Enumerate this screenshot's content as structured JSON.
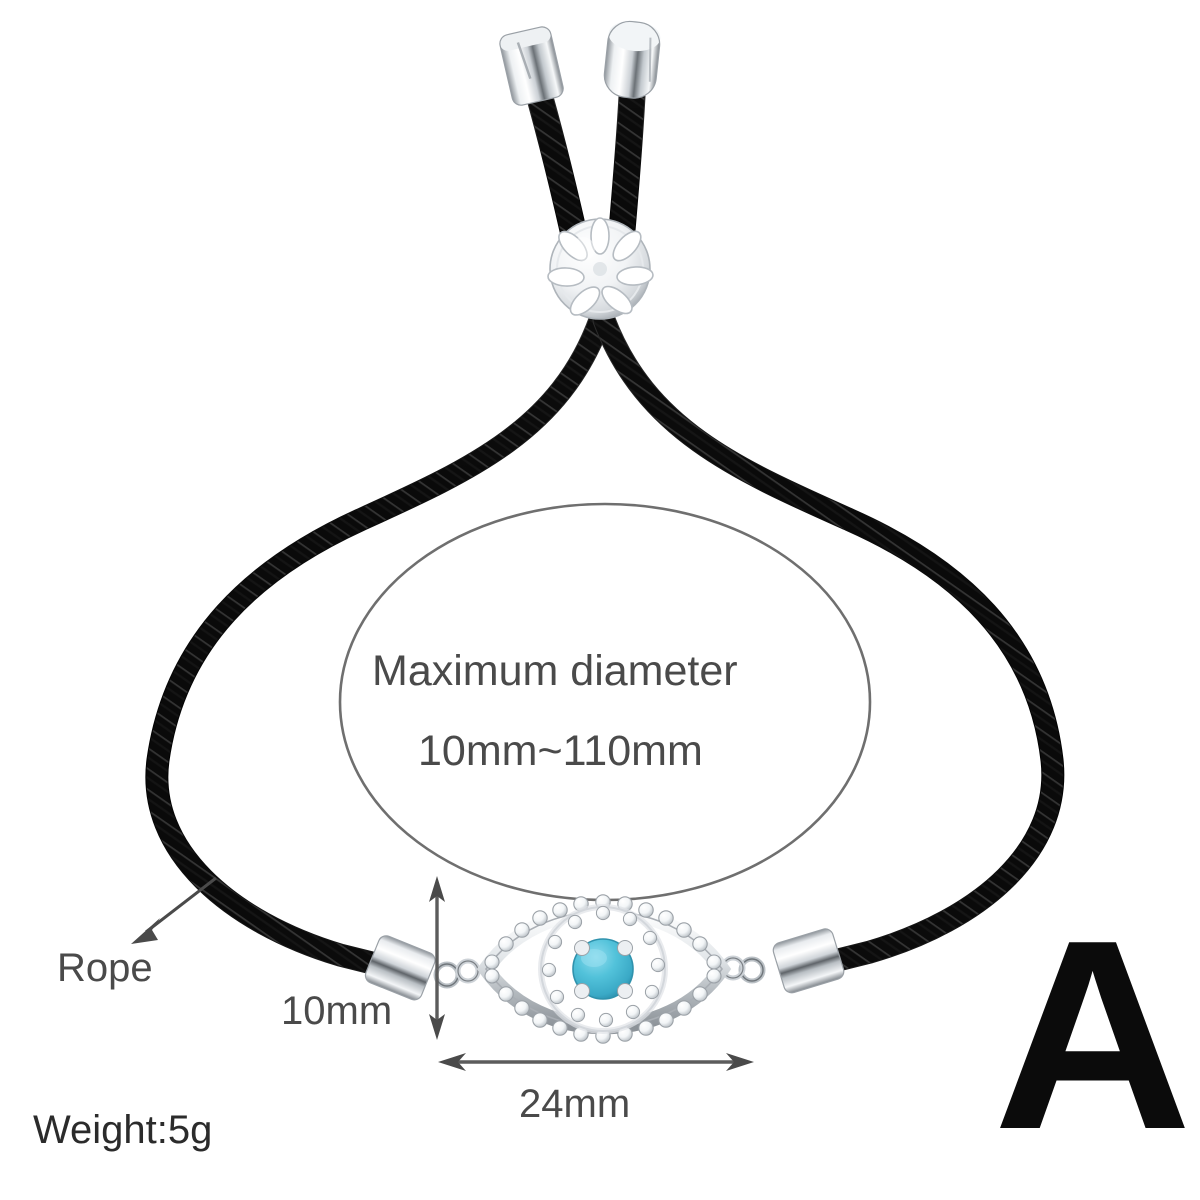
{
  "product": {
    "type": "adjustable-rope-bracelet",
    "variant_label": "A",
    "background_color": "#ffffff"
  },
  "annotations": {
    "max_diameter_line1": "Maximum diameter",
    "max_diameter_line2": "10mm~110mm",
    "rope_label": "Rope",
    "charm_height": "10mm",
    "charm_width": "24mm",
    "weight": "Weight:5g"
  },
  "colors": {
    "rope": "#080808",
    "rope_highlight": "#3a3a3a",
    "metal_light": "#fdfdfd",
    "metal_mid": "#c9ccd1",
    "metal_dark": "#7d8287",
    "gemstone": "#4fbcd6",
    "gemstone_dark": "#2f9ab8",
    "text": "#4a4a4a",
    "text_dark": "#2b2b2b",
    "outline": "#6f6f6f",
    "dimension_line": "#5c5c5c"
  },
  "measurements": {
    "max_diameter_min_mm": 10,
    "max_diameter_max_mm": 110,
    "charm_height_mm": 10,
    "charm_width_mm": 24,
    "weight_g": 5
  },
  "parts": [
    {
      "name": "end-cap-left-top",
      "material": "silver"
    },
    {
      "name": "end-cap-right-top",
      "material": "silver"
    },
    {
      "name": "slider-bead",
      "material": "silver-pave"
    },
    {
      "name": "rope-cord",
      "material": "braided-nylon"
    },
    {
      "name": "evil-eye-charm",
      "material": "silver-cz-turquoise"
    },
    {
      "name": "end-cap-left",
      "material": "silver"
    },
    {
      "name": "end-cap-right",
      "material": "silver"
    }
  ]
}
